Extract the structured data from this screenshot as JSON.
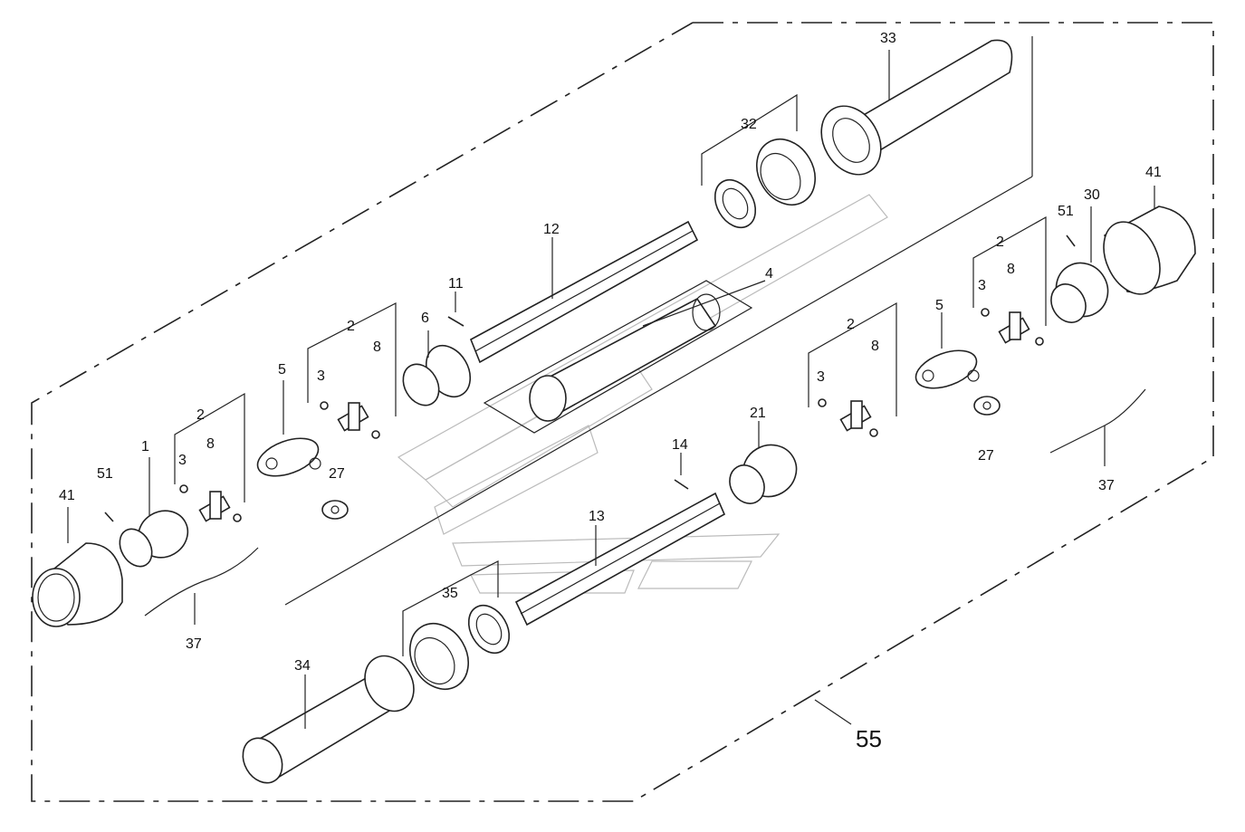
{
  "assembly_label": "55",
  "labels": {
    "l33": "33",
    "l32": "32",
    "l12": "12",
    "l11": "11",
    "l4": "4",
    "l6": "6",
    "l41r": "41",
    "l30": "30",
    "l51r": "51",
    "l2r": "2",
    "l8r": "8",
    "l3r": "3",
    "l5r": "5",
    "l27r": "27",
    "l37r": "37",
    "l2m": "2",
    "l3m": "3",
    "l8m": "8",
    "l21": "21",
    "l14": "14",
    "l13": "13",
    "l2l": "2",
    "l3l": "3",
    "l8l": "8",
    "l5l": "5",
    "l27l": "27",
    "l1": "1",
    "l51l": "51",
    "l41l": "41",
    "l37l": "37",
    "l35": "35",
    "l34": "34"
  }
}
